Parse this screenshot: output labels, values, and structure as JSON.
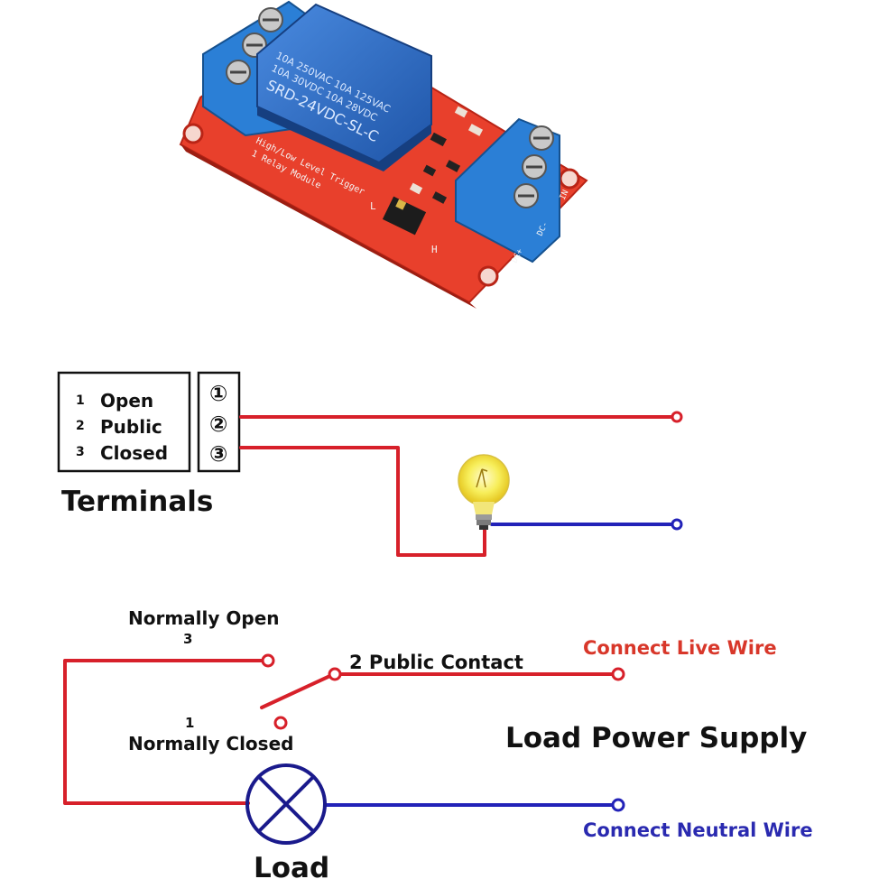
{
  "module": {
    "relay_lines": [
      "10A 250VAC  10A 125VAC",
      "10A 30VDC  10A 28VDC",
      "SRD-24VDC-SL-C"
    ],
    "pcb_lines": [
      "High/Low Level Trigger",
      "1 Relay Module"
    ],
    "pin_labels": [
      "DC+",
      "DC-",
      "IN"
    ],
    "jumper_labels": [
      "L",
      "H"
    ]
  },
  "terminals": {
    "list": [
      {
        "num": "1",
        "label": "Open"
      },
      {
        "num": "2",
        "label": "Public"
      },
      {
        "num": "3",
        "label": "Closed"
      }
    ],
    "circled": [
      "①",
      "②",
      "③"
    ],
    "title": "Terminals"
  },
  "schematic": {
    "normally_open": "Normally Open",
    "no_num": "3",
    "public_contact": "2 Public Contact",
    "normally_closed": "Normally Closed",
    "nc_num": "1",
    "live": "Connect Live Wire",
    "supply": "Load Power Supply",
    "neutral": "Connect Neutral Wire",
    "load": "Load"
  },
  "colors": {
    "live_wire": "#d7202a",
    "neutral_wire": "#2222b8",
    "live_text": "#d8372a",
    "neutral_text": "#2a2ab0",
    "pcb": "#e8402c",
    "relay": "#2f6fc6",
    "terminal_block": "#2b7fd6"
  }
}
